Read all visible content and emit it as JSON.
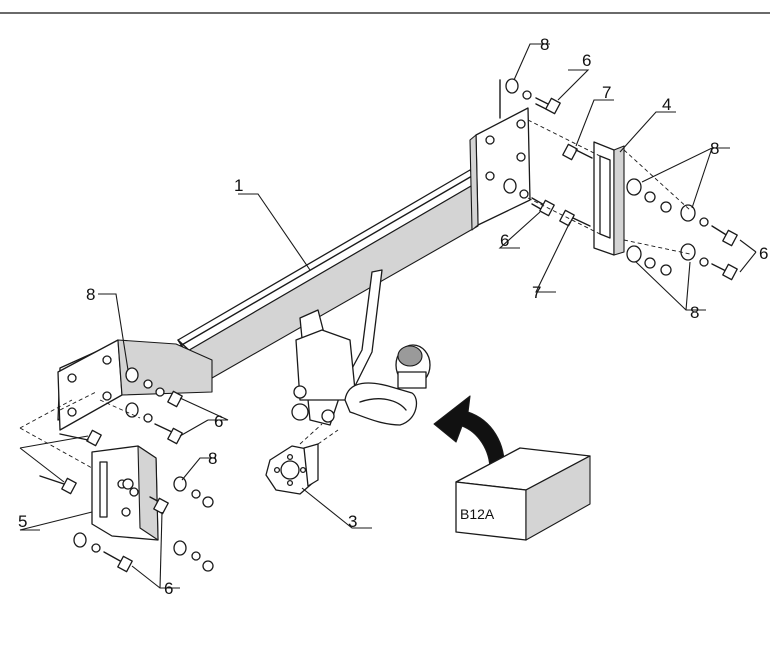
{
  "labels": {
    "l1": "1",
    "l3": "3",
    "l4": "4",
    "l5": "5",
    "l6a": "6",
    "l6b": "6",
    "l6c": "6",
    "l6d": "6",
    "l6e": "6",
    "l7a": "7",
    "l7b": "7",
    "l8a": "8",
    "l8b": "8",
    "l8c": "8",
    "l8d": "8",
    "l8e": "8"
  },
  "box": {
    "code": "B12A"
  }
}
